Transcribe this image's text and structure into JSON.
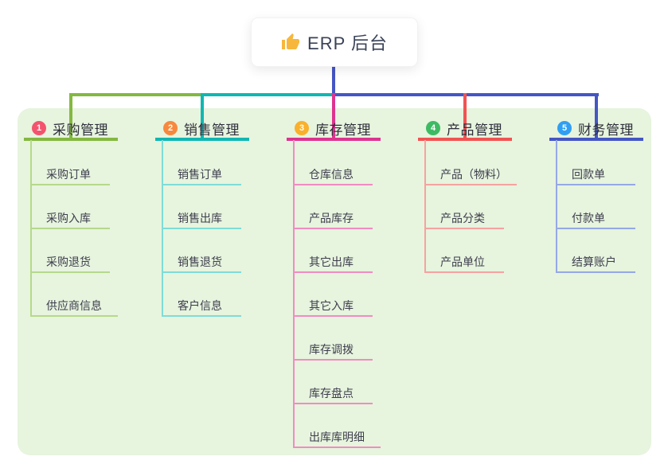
{
  "root": {
    "title": "ERP 后台",
    "icon": "thumbs-up-icon"
  },
  "theme": {
    "panel_bg": "#e7f4de",
    "stem_color": "#4556c4",
    "root_icon_color": "#f6b73c",
    "title_text_color": "#2f2f3c",
    "item_text_color": "#3e3e4d"
  },
  "branches": [
    {
      "index": "1",
      "title": "采购管理",
      "badge_color": "#f4536e",
      "line_color": "#84b841",
      "sub_line_color": "#b5d98b",
      "items": [
        "采购订单",
        "采购入库",
        "采购退货",
        "供应商信息"
      ]
    },
    {
      "index": "2",
      "title": "销售管理",
      "badge_color": "#f8883c",
      "line_color": "#10b7b2",
      "sub_line_color": "#7fdcd7",
      "items": [
        "销售订单",
        "销售出库",
        "销售退货",
        "客户信息"
      ]
    },
    {
      "index": "3",
      "title": "库存管理",
      "badge_color": "#f9b02b",
      "line_color": "#dd3490",
      "sub_line_color": "#f18cc2",
      "items": [
        "仓库信息",
        "产品库存",
        "其它出库",
        "其它入库",
        "库存调拨",
        "库存盘点",
        "出库库明细"
      ]
    },
    {
      "index": "4",
      "title": "产品管理",
      "badge_color": "#3eba63",
      "line_color": "#f15353",
      "sub_line_color": "#f7a2a0",
      "items": [
        "产品（物料）",
        "产品分类",
        "产品单位"
      ]
    },
    {
      "index": "5",
      "title": "财务管理",
      "badge_color": "#2f9ff4",
      "line_color": "#4556c4",
      "sub_line_color": "#95a8e5",
      "items": [
        "回款单",
        "付款单",
        "结算账户"
      ]
    }
  ]
}
